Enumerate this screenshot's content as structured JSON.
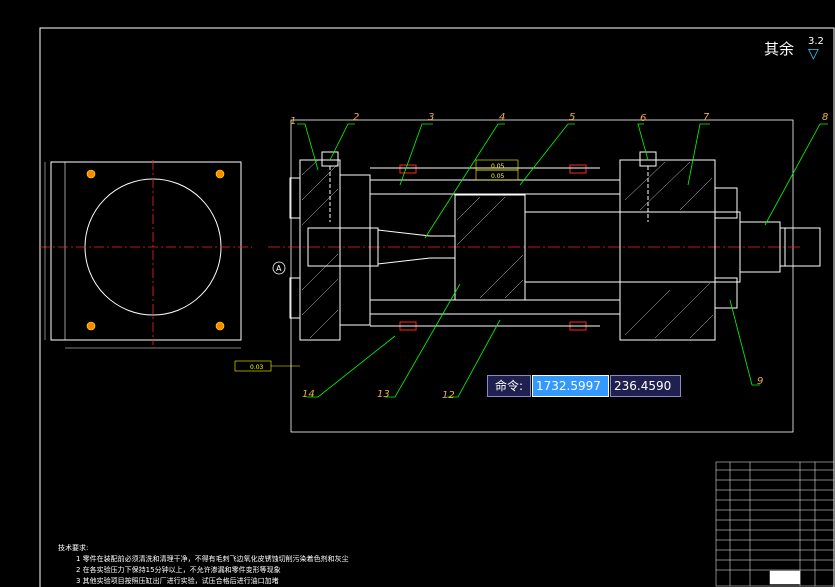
{
  "drawing": {
    "roughness_prefix": "其余",
    "roughness_value": "3.2",
    "part_numbers": [
      "1",
      "2",
      "3",
      "4",
      "5",
      "6",
      "7",
      "8",
      "9",
      "12",
      "13",
      "14"
    ],
    "tolerance_labels": [
      "0.05",
      "0.05",
      "0.03"
    ],
    "datum_label": "A"
  },
  "command_line": {
    "prompt": "命令:",
    "x_value": "1732.5997",
    "y_value": "236.4590"
  },
  "notes": {
    "title": "技术要求:",
    "lines": [
      "1  零件在装配前必须清洗和清理干净，不得有毛刺飞边氧化皮锈蚀切削污染着色剂和灰尘",
      "2  在各实验压力下保持15分钟以上，不允许渗漏和零件变形等现象",
      "3  其他实验项目按照压缸出厂进行实验，试压合格后进行油口加堵"
    ]
  },
  "colors": {
    "frame": "#ffffff",
    "outline": "#00ff00",
    "centerline": "#ff2020",
    "callout": "#00ff00",
    "accent": "#3399ff"
  }
}
